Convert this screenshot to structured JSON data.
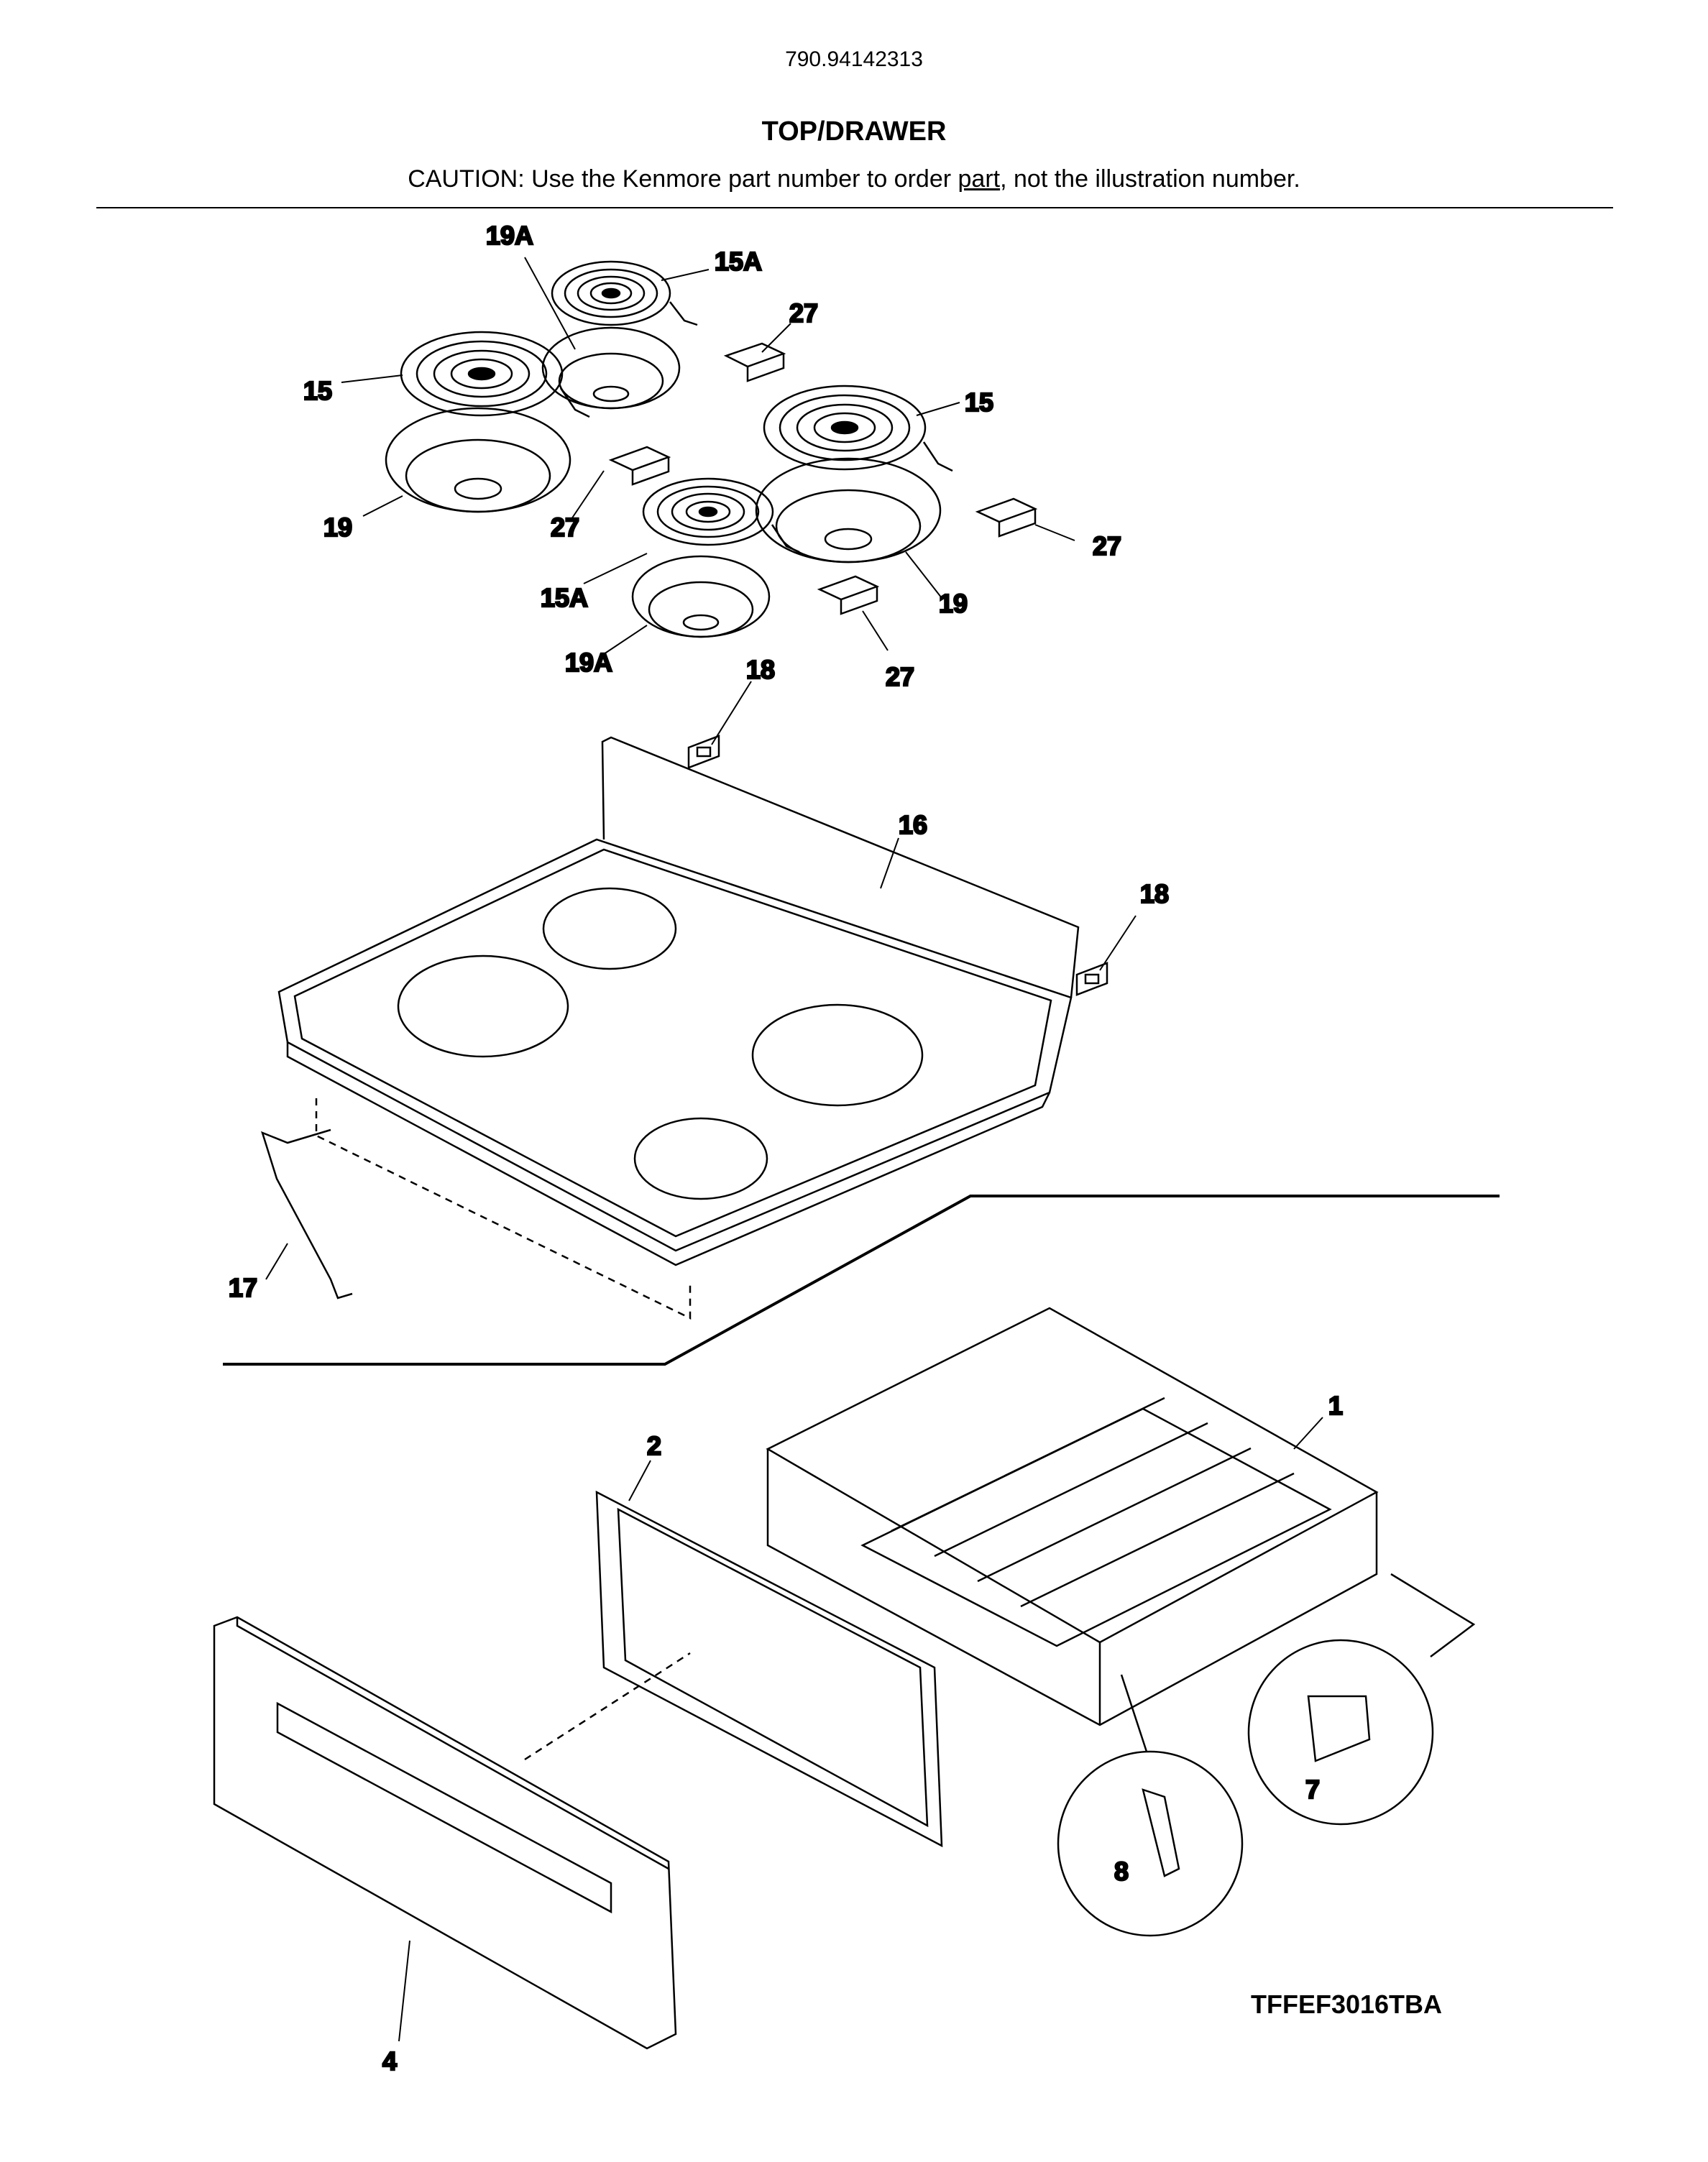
{
  "header": {
    "model_number": "790.94142313",
    "section_title": "TOP/DRAWER",
    "caution_prefix": "CAUTION: Use the Kenmore part number to order ",
    "caution_link": "part",
    "caution_suffix": ", not the illustration number."
  },
  "callouts": {
    "c19A_top": "19A",
    "c15A_top": "15A",
    "c27_top": "27",
    "c15_left": "15",
    "c15_right": "15",
    "c19_left": "19",
    "c27_left": "27",
    "c27_right": "27",
    "c15A_bottom": "15A",
    "c19_right": "19",
    "c19A_bottom": "19A",
    "c27_bottom": "27",
    "c18_top": "18",
    "c16": "16",
    "c18_right": "18",
    "c17": "17",
    "c1": "1",
    "c2": "2",
    "c7": "7",
    "c8": "8",
    "c4": "4"
  },
  "footer": {
    "drawing_code": "TFFEF3016TBA"
  }
}
